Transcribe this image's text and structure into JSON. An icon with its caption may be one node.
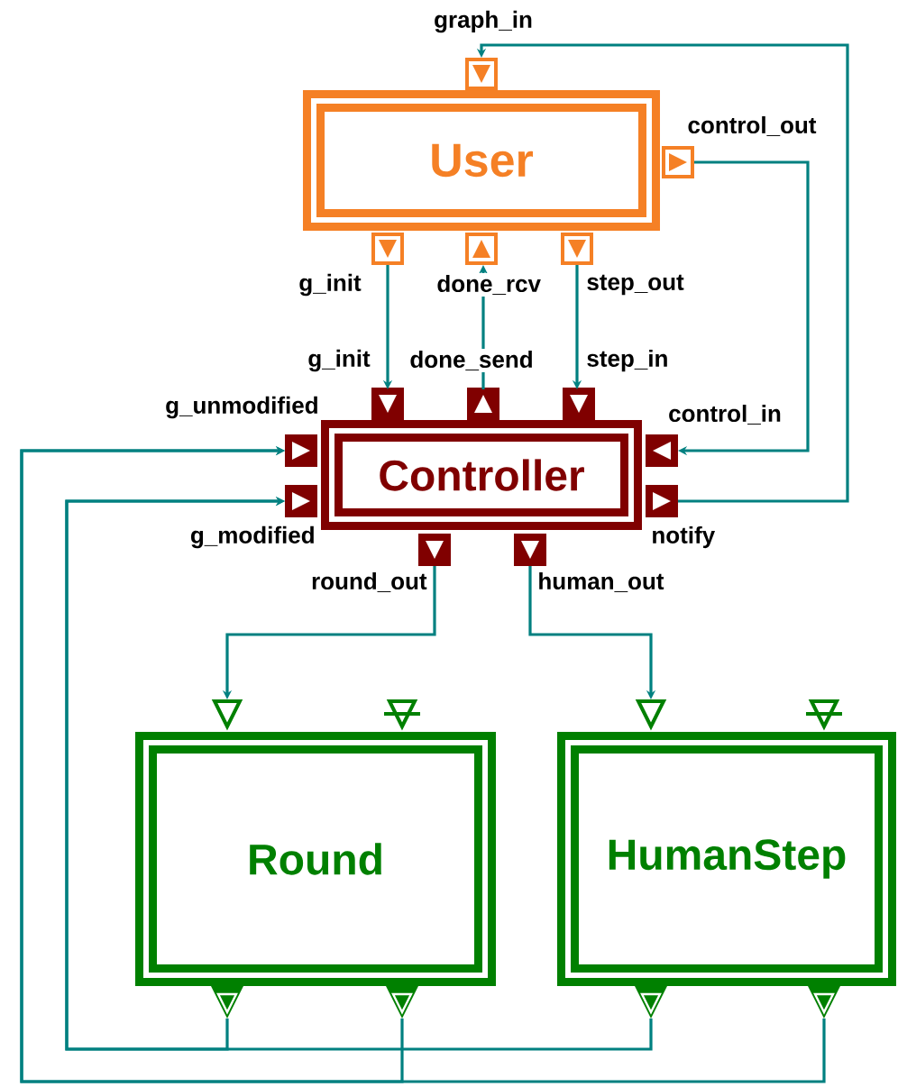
{
  "diagram": {
    "nodes": [
      {
        "text": [
          "User"
        ],
        "beside": [
          "graph_in",
          "control_out",
          "g_init",
          "done_rcv",
          "step_out"
        ]
      },
      {
        "text": [
          "Controller"
        ],
        "beside": [
          "g_init",
          "done_send",
          "step_in",
          "g_unmodified",
          "control_in",
          "g_modified",
          "notify",
          "round_out",
          "human_out"
        ]
      },
      {
        "text": [
          "Round"
        ]
      },
      {
        "text": [
          "HumanStep"
        ]
      }
    ],
    "edges": [
      {
        "from": 0,
        "to": 1,
        "arrow": "to"
      },
      {
        "from": 1,
        "to": 0,
        "arrow": "to"
      },
      {
        "from": 0,
        "to": 1,
        "arrow": "to"
      },
      {
        "from": 0,
        "to": 1,
        "arrow": "to"
      },
      {
        "from": 1,
        "to": 0,
        "arrow": "to"
      },
      {
        "from": 1,
        "to": 2,
        "arrow": "to"
      },
      {
        "from": 1,
        "to": 3,
        "arrow": "to"
      },
      {
        "from": 2,
        "to": 1,
        "arrow": "to"
      },
      {
        "from": 3,
        "to": 1,
        "arrow": "to"
      },
      {
        "from": 2,
        "to": 1,
        "arrow": "to"
      },
      {
        "from": 3,
        "to": 1,
        "arrow": "to"
      }
    ]
  }
}
